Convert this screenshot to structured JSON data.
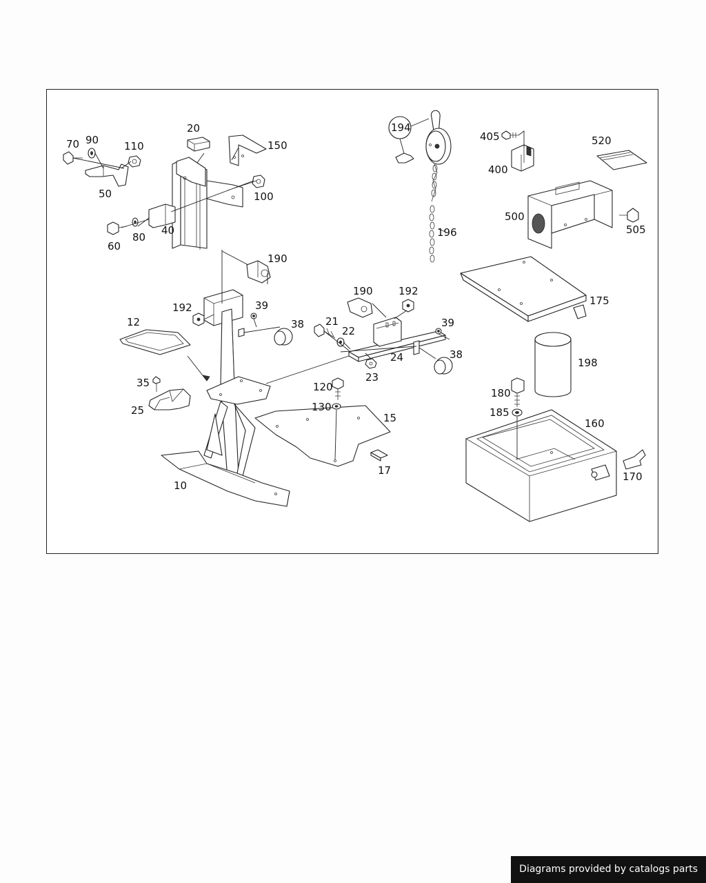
{
  "diagram": {
    "callouts": {
      "p10": "10",
      "p12": "12",
      "p15": "15",
      "p17": "17",
      "p20": "20",
      "p21": "21",
      "p22": "22",
      "p23": "23",
      "p24": "24",
      "p25": "25",
      "p35": "35",
      "p38a": "38",
      "p38b": "38",
      "p39a": "39",
      "p39b": "39",
      "p40": "40",
      "p50": "50",
      "p60": "60",
      "p70": "70",
      "p80": "80",
      "p90": "90",
      "p100": "100",
      "p110": "110",
      "p120": "120",
      "p130": "130",
      "p150": "150",
      "p160": "160",
      "p170": "170",
      "p175": "175",
      "p180": "180",
      "p185": "185",
      "p190a": "190",
      "p190b": "190",
      "p192a": "192",
      "p192b": "192",
      "p194": "194",
      "p196": "196",
      "p198": "198",
      "p400": "400",
      "p405": "405",
      "p500": "500",
      "p505": "505",
      "p520": "520"
    },
    "icons": [
      "bolt-icon",
      "washer-icon",
      "nut-icon",
      "bracket-icon",
      "knob-icon",
      "chain-icon"
    ]
  },
  "footer": {
    "credit": "Diagrams provided by catalogs parts"
  }
}
